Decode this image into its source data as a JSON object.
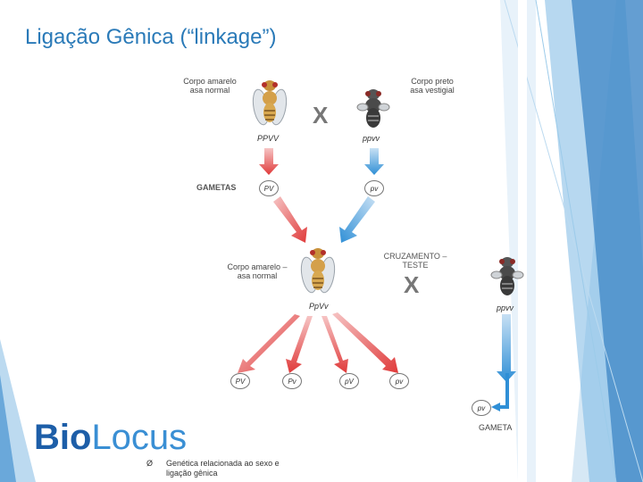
{
  "title": "Ligação Gênica (“linkage”)",
  "parents": {
    "left": {
      "label_line1": "Corpo amarelo",
      "label_line2": "asa normal",
      "genotype": "PPVV"
    },
    "right": {
      "label_line1": "Corpo preto",
      "label_line2": "asa vestigial",
      "genotype": "ppvv"
    },
    "cross_symbol": "X"
  },
  "gametes_label": "GAMETAS",
  "gametes": {
    "left": "PV",
    "right": "pv"
  },
  "f1": {
    "label_line1": "Corpo amarelo –",
    "label_line2": "asa normal",
    "genotype": "PpVv"
  },
  "test_cross": {
    "label_line1": "CRUZAMENTO –",
    "label_line2": "TESTE",
    "cross_symbol": "X",
    "genotype": "ppvv"
  },
  "offspring_gametes": [
    "PV",
    "Pv",
    "pV",
    "pv"
  ],
  "test_gamete": "pv",
  "test_gamete_label": "GAMETA",
  "logo": {
    "part1": "Bio",
    "part2": "Locus"
  },
  "bullet_symbol": "Ø",
  "caption": "Genética relacionada ao sexo e ligação gênica",
  "colors": {
    "title": "#2a7ab8",
    "red_arrow": "#e03a3a",
    "blue_arrow": "#2f8fd6",
    "accent_blue": "#1d5ea8"
  }
}
